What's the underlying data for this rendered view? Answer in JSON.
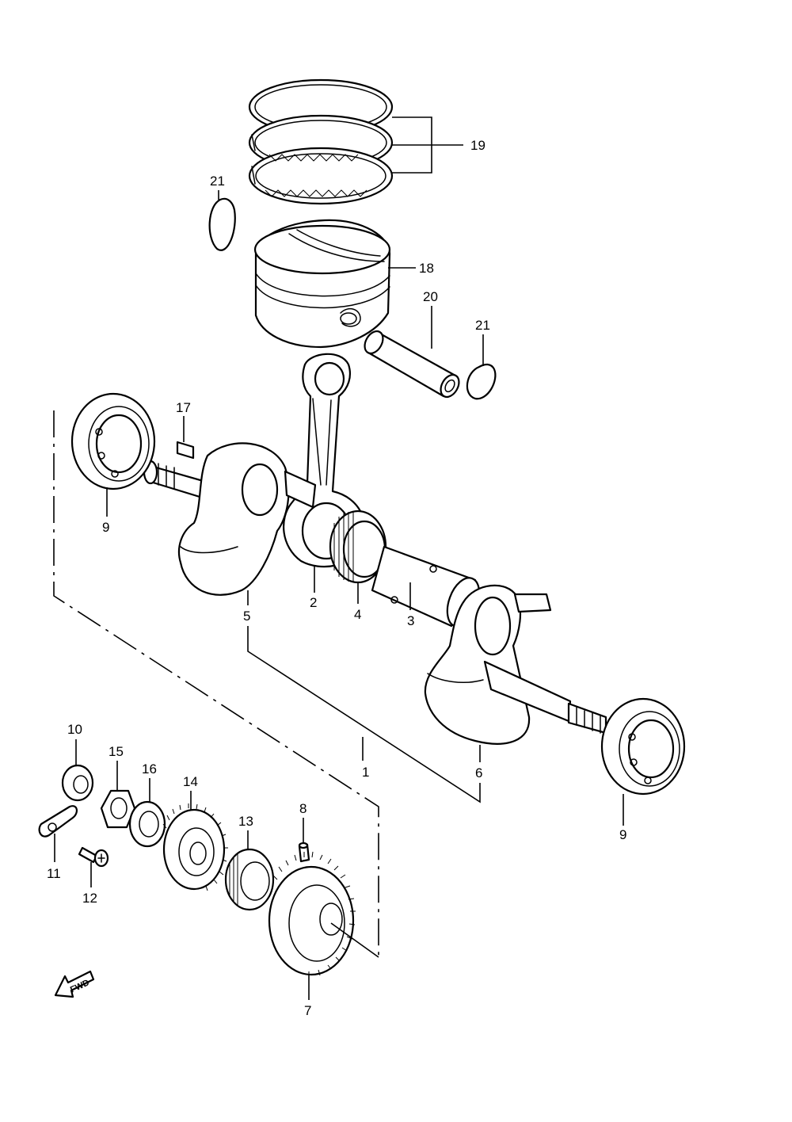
{
  "callouts": {
    "c1": "1",
    "c2": "2",
    "c3": "3",
    "c4": "4",
    "c5": "5",
    "c6": "6",
    "c7": "7",
    "c8": "8",
    "c9a": "9",
    "c9b": "9",
    "c10": "10",
    "c11": "11",
    "c12": "12",
    "c13": "13",
    "c14": "14",
    "c15": "15",
    "c16": "16",
    "c17": "17",
    "c18": "18",
    "c19": "19",
    "c20": "20",
    "c21a": "21",
    "c21b": "21"
  },
  "fwd_label": "FWD"
}
